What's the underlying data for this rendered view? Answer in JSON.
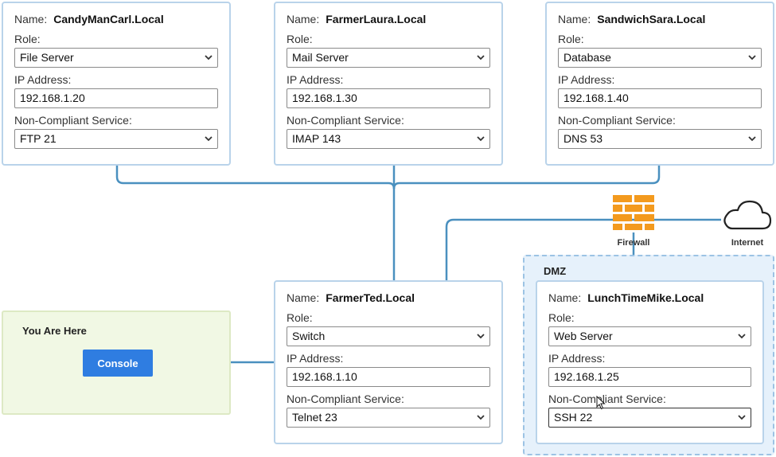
{
  "labels": {
    "name": "Name:",
    "role": "Role:",
    "ip": "IP Address:",
    "service": "Non-Compliant Service:"
  },
  "devices": {
    "candyman": {
      "name": "CandyManCarl.Local",
      "role": "File Server",
      "ip": "192.168.1.20",
      "service": "FTP 21"
    },
    "laura": {
      "name": "FarmerLaura.Local",
      "role": "Mail Server",
      "ip": "192.168.1.30",
      "service": "IMAP 143"
    },
    "sara": {
      "name": "SandwichSara.Local",
      "role": "Database",
      "ip": "192.168.1.40",
      "service": "DNS 53"
    },
    "ted": {
      "name": "FarmerTed.Local",
      "role": "Switch",
      "ip": "192.168.1.10",
      "service": "Telnet 23"
    },
    "mike": {
      "name": "LunchTimeMike.Local",
      "role": "Web Server",
      "ip": "192.168.1.25",
      "service": "SSH 22"
    }
  },
  "dmz": {
    "label": "DMZ"
  },
  "console_area": {
    "title": "You Are Here",
    "button": "Console"
  },
  "network": {
    "firewall_label": "Firewall",
    "internet_label": "Internet"
  },
  "colors": {
    "wire": "#4a90bf",
    "card_border": "#b9d3ea",
    "dmz_bg": "#e6f1fb",
    "console_bg": "#f1f8e4",
    "console_button": "#2f7de1",
    "firewall": "#f39a1e"
  }
}
